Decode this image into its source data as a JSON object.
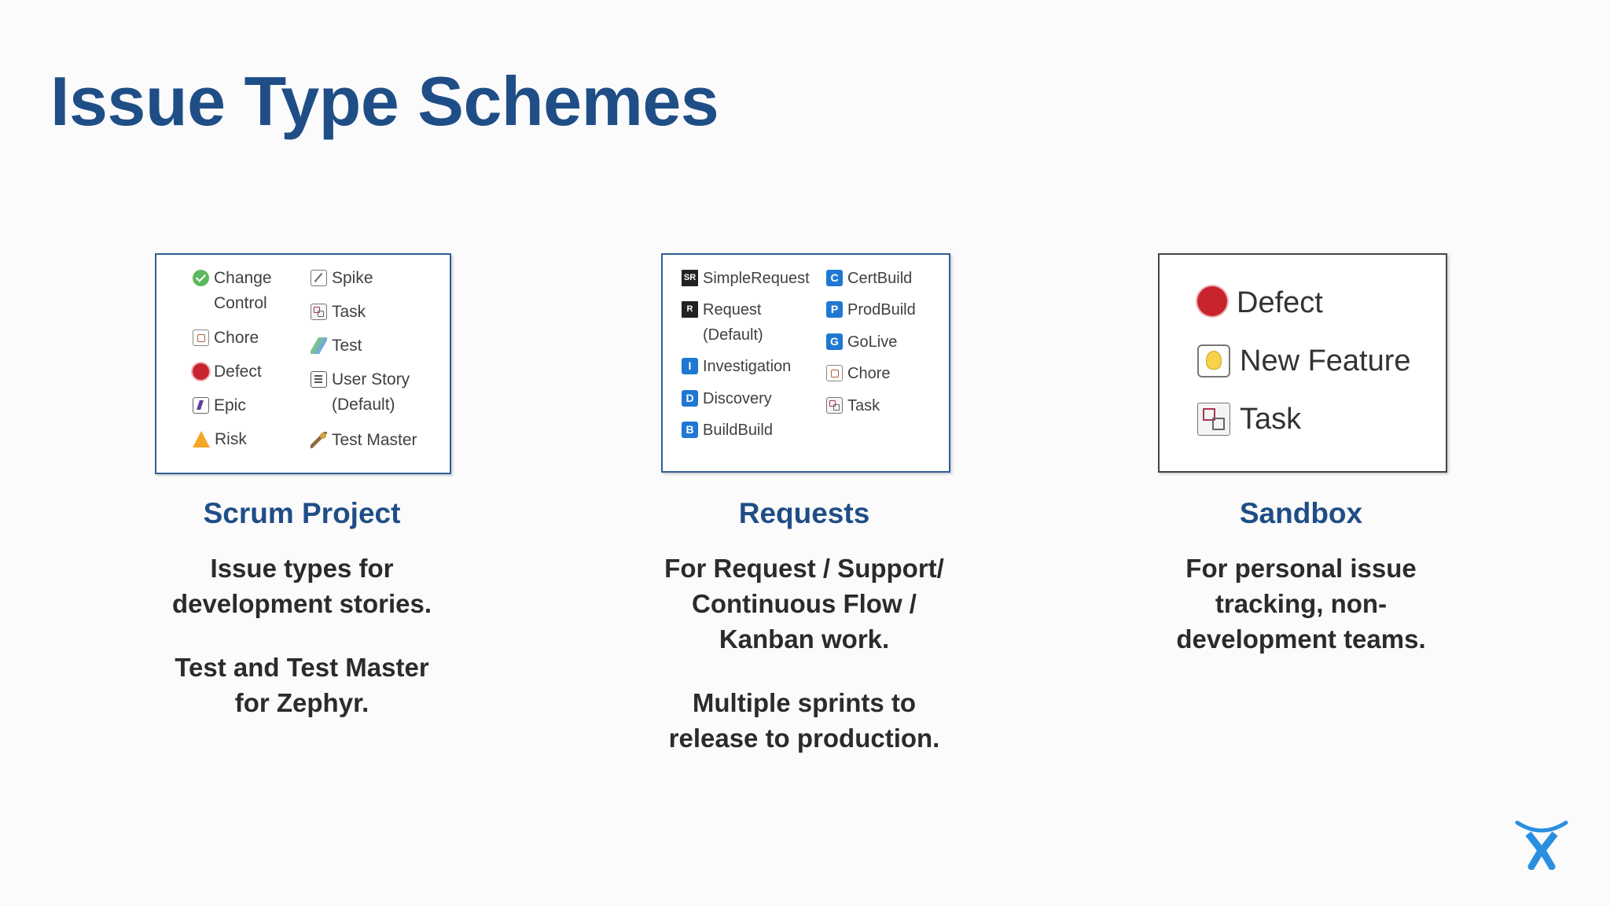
{
  "title": "Issue Type Schemes",
  "colors": {
    "title": "#1f4e86",
    "body_text": "#2b2b2b",
    "panel_border": "#2f5f93"
  },
  "scrum": {
    "heading": "Scrum Project",
    "items_left": [
      {
        "icon": "check-circle-icon",
        "line1": "Change",
        "line2": "Control"
      },
      {
        "icon": "chore-icon",
        "line1": "Chore"
      },
      {
        "icon": "bug-icon",
        "line1": "Defect"
      },
      {
        "icon": "epic-icon",
        "line1": "Epic"
      },
      {
        "icon": "warning-icon",
        "line1": "Risk"
      }
    ],
    "items_right": [
      {
        "icon": "spike-icon",
        "line1": "Spike"
      },
      {
        "icon": "task-icon",
        "line1": "Task"
      },
      {
        "icon": "test-icon",
        "line1": "Test"
      },
      {
        "icon": "story-icon",
        "line1": "User Story",
        "line2": "(Default)"
      },
      {
        "icon": "pin-icon",
        "line1": "Test Master"
      }
    ],
    "desc1_line1": "Issue types for",
    "desc1_line2": "development stories.",
    "desc2_line1": "Test and Test Master",
    "desc2_line2": "for Zephyr."
  },
  "requests": {
    "heading": "Requests",
    "items_left": [
      {
        "icon": "sr-icon",
        "badge": "SR",
        "line1": "SimpleRequest"
      },
      {
        "icon": "r-icon",
        "badge": "R",
        "line1": "Request",
        "line2": "(Default)"
      },
      {
        "icon": "i-icon",
        "badge": "I",
        "line1": "Investigation"
      },
      {
        "icon": "d-icon",
        "badge": "D",
        "line1": "Discovery"
      },
      {
        "icon": "b-icon",
        "badge": "B",
        "line1": "BuildBuild"
      }
    ],
    "items_right": [
      {
        "icon": "c-icon",
        "badge": "C",
        "line1": "CertBuild"
      },
      {
        "icon": "p-icon",
        "badge": "P",
        "line1": "ProdBuild"
      },
      {
        "icon": "g-icon",
        "badge": "G",
        "line1": "GoLive"
      },
      {
        "icon": "chore-icon",
        "line1": "Chore"
      },
      {
        "icon": "task-icon",
        "line1": "Task"
      }
    ],
    "desc1_line1": "For Request / Support/",
    "desc1_line2": "Continuous Flow /",
    "desc1_line3": "Kanban work.",
    "desc2_line1": "Multiple sprints to",
    "desc2_line2": "release to production."
  },
  "sandbox": {
    "heading": "Sandbox",
    "items": [
      {
        "icon": "bug-icon",
        "line1": "Defect"
      },
      {
        "icon": "lightbulb-icon",
        "line1": "New Feature"
      },
      {
        "icon": "task-icon",
        "line1": "Task"
      }
    ],
    "desc1_line1": "For personal issue",
    "desc1_line2": "tracking, non-",
    "desc1_line3": "development teams."
  }
}
